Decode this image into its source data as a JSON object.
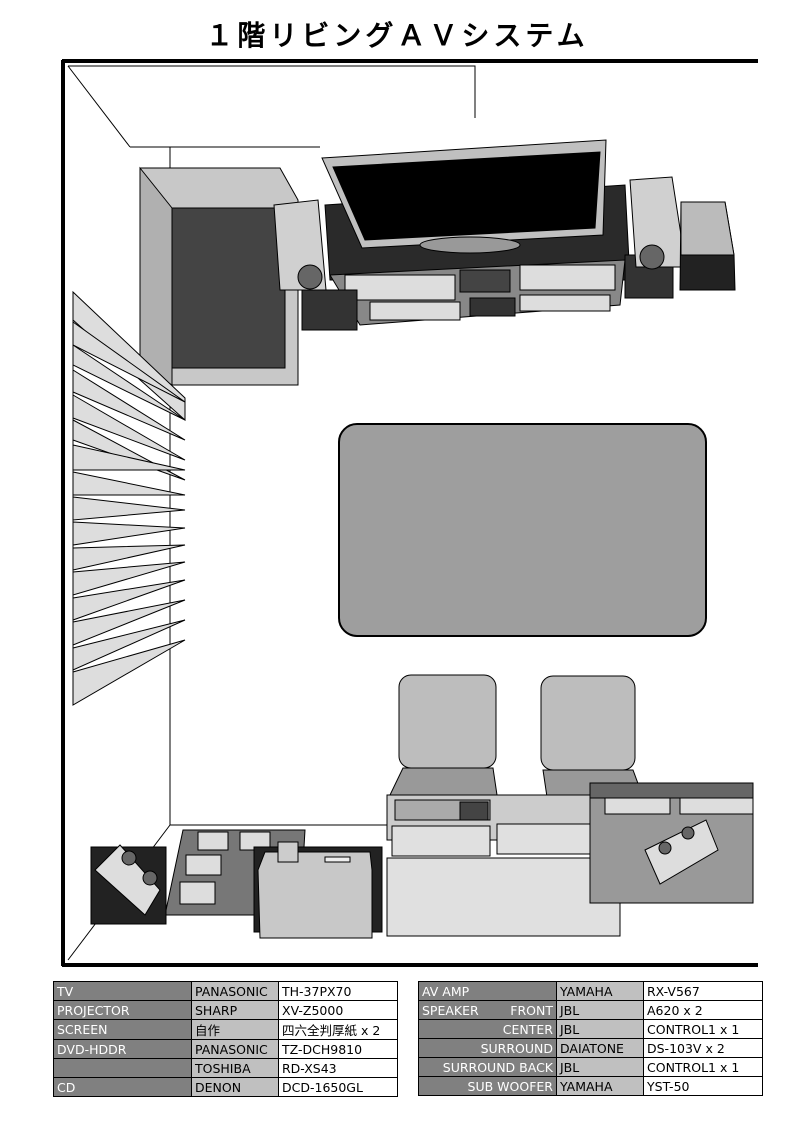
{
  "title": "１階リビングＡＶシステム",
  "left_table": [
    {
      "category": "TV",
      "maker": "PANASONIC",
      "model": "TH-37PX70"
    },
    {
      "category": "PROJECTOR",
      "maker": "SHARP",
      "model": "XV-Z5000"
    },
    {
      "category": "SCREEN",
      "maker": "自作",
      "model": "四六全判厚紙 x 2"
    },
    {
      "category": "DVD-HDDR",
      "maker": "PANASONIC",
      "model": "TZ-DCH9810"
    },
    {
      "category": "",
      "maker": "TOSHIBA",
      "model": "RD-XS43"
    },
    {
      "category": "CD",
      "maker": "DENON",
      "model": "DCD-1650GL"
    }
  ],
  "right_table": [
    {
      "category": "AV AMP",
      "sub": "",
      "maker": "YAMAHA",
      "model": "RX-V567"
    },
    {
      "category": "SPEAKER",
      "sub": "FRONT",
      "maker": "JBL",
      "model": "A620 x 2"
    },
    {
      "category": "",
      "sub": "CENTER",
      "maker": "JBL",
      "model": "CONTROL1 x 1"
    },
    {
      "category": "",
      "sub": "SURROUND",
      "maker": "DAIATONE",
      "model": "DS-103V x 2"
    },
    {
      "category": "",
      "sub": "SURROUND BACK",
      "maker": "JBL",
      "model": "CONTROL1 x 1"
    },
    {
      "category": "",
      "sub": "SUB WOOFER",
      "maker": "YAMAHA",
      "model": "YST-50"
    }
  ]
}
